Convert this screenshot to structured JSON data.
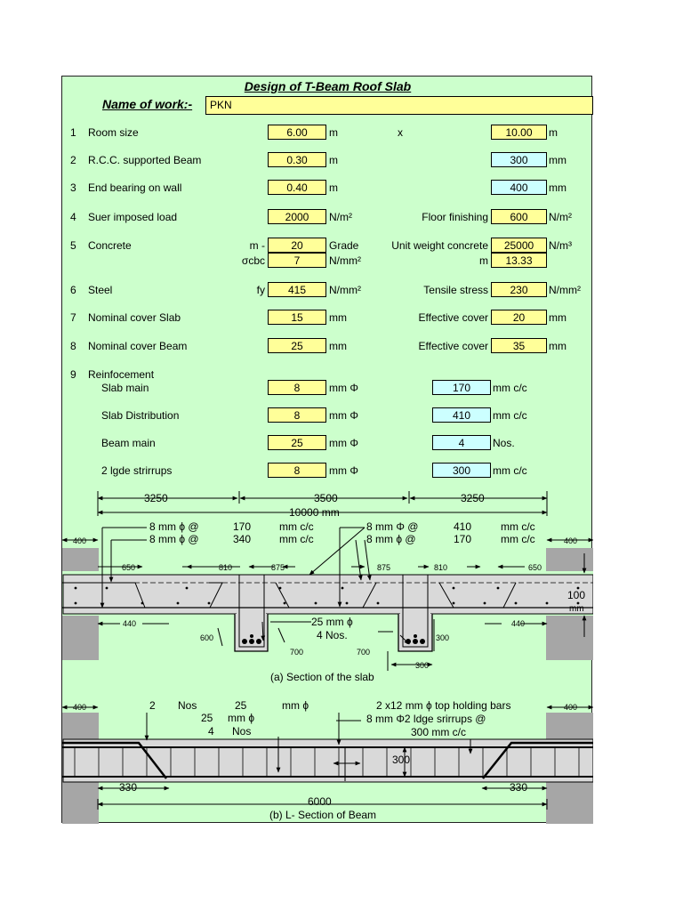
{
  "header": {
    "title": "Design of  T-Beam Roof  Slab",
    "name_of_work_label": "Name of work:-",
    "name_of_work_value": "PKN"
  },
  "rows": [
    {
      "no": "1",
      "label": "Room size",
      "prefix": "",
      "value": "6.00",
      "unit": "m",
      "right_label": "x",
      "right_value": "10.00",
      "right_unit": "m",
      "right_color": "yellow"
    },
    {
      "no": "2",
      "label": "R.C.C. supported Beam",
      "prefix": "",
      "value": "0.30",
      "unit": "m",
      "right_label": "",
      "right_value": "300",
      "right_unit": "mm",
      "right_color": "blue"
    },
    {
      "no": "3",
      "label": "End bearing on wall",
      "prefix": "",
      "value": "0.40",
      "unit": "m",
      "right_label": "",
      "right_value": "400",
      "right_unit": "mm",
      "right_color": "blue"
    },
    {
      "no": "4",
      "label": "Suer imposed load",
      "prefix": "",
      "value": "2000",
      "unit": "N/m²",
      "right_label": "Floor finishing",
      "right_value": "600",
      "right_unit": "N/m²",
      "right_color": "yellow"
    },
    {
      "no": "5",
      "label": "Concrete",
      "prefix": "m -",
      "value": "20",
      "unit": "Grade",
      "right_label": "Unit weight concrete",
      "right_value": "25000",
      "right_unit": "N/m³",
      "right_color": "yellow"
    },
    {
      "no": "",
      "label": "",
      "prefix": "σcbc",
      "value": "7",
      "unit": "N/mm²",
      "right_label": "m",
      "right_value": "13.33",
      "right_unit": "",
      "right_color": "yellow"
    },
    {
      "no": "6",
      "label": "Steel",
      "prefix": "fy",
      "value": "415",
      "unit": "N/mm²",
      "right_label": "Tensile stress",
      "right_value": "230",
      "right_unit": "N/mm²",
      "right_color": "yellow"
    },
    {
      "no": "7",
      "label": "Nominal cover Slab",
      "prefix": "",
      "value": "15",
      "unit": "mm",
      "right_label": "Effective cover",
      "right_value": "20",
      "right_unit": "mm",
      "right_color": "yellow"
    },
    {
      "no": "8",
      "label": "Nominal cover Beam",
      "prefix": "",
      "value": "25",
      "unit": "mm",
      "right_label": "Effective cover",
      "right_value": "35",
      "right_unit": "mm",
      "right_color": "yellow"
    }
  ],
  "reinforcement": {
    "no": "9",
    "heading": "Reinfocement",
    "items": [
      {
        "label": "Slab main",
        "value": "8",
        "unit": "mm Φ",
        "right_value": "170",
        "right_unit": "mm c/c"
      },
      {
        "label": "Slab Distribution",
        "value": "8",
        "unit": "mm Φ",
        "right_value": "410",
        "right_unit": "mm c/c"
      },
      {
        "label": "Beam main",
        "value": "25",
        "unit": "mm Φ",
        "right_value": "4",
        "right_unit": "Nos."
      },
      {
        "label": " 2 lgde strirrups",
        "value": "8",
        "unit": "mm Φ",
        "right_value": "300",
        "right_unit": "mm c/c"
      }
    ]
  },
  "section_a": {
    "dim_3250_left": "3250",
    "dim_3500": "3500",
    "dim_3250_right": "3250",
    "dim_total": "10000  mm",
    "note_l1_a": "8  mm ϕ @",
    "note_l1_b": "170",
    "note_l1_c": "mm c/c",
    "note_l2_a": "8  mm ϕ @",
    "note_l2_b": "340",
    "note_l2_c": "mm c/c",
    "note_r1_a": "8 mm Φ @",
    "note_r1_b": "410",
    "note_r1_c": "mm c/c",
    "note_r2_a": "8  mm ϕ @",
    "note_r2_b": "170",
    "note_r2_c": "mm c/c",
    "wall_l": "400",
    "wall_r": "400",
    "d650_l": "650",
    "d810_l": "810",
    "d875_l": "875",
    "d875_r": "875",
    "d810_r": "810",
    "d650_r": "650",
    "d100": "100",
    "d100_unit": "mm",
    "d440_l": "440",
    "d440_r": "440",
    "bar_dia": "25    mm ϕ",
    "bar_nos": "4  Nos.",
    "d600": "600",
    "d700_l": "700",
    "d700_r": "700",
    "d300_v": "300",
    "d300_h": "300",
    "caption": "(a) Section of the slab"
  },
  "section_b": {
    "wall_l": "400",
    "wall_r": "400",
    "top1_a": "2",
    "top1_b": "Nos",
    "top1_c": "25",
    "top1_d": "mm ϕ",
    "top2_a": "25",
    "top2_b": "mm ϕ",
    "top3_a": "4",
    "top3_b": "Nos",
    "holding": "2 x12  mm ϕ top holding bars",
    "stirrup1": "8  mm Φ2 ldge srirrups @",
    "stirrup2": "300  mm c/c",
    "d300": "300",
    "d330_l": "330",
    "d330_r": "330",
    "d6000": "6000",
    "caption": "(b) L- Section of Beam"
  }
}
